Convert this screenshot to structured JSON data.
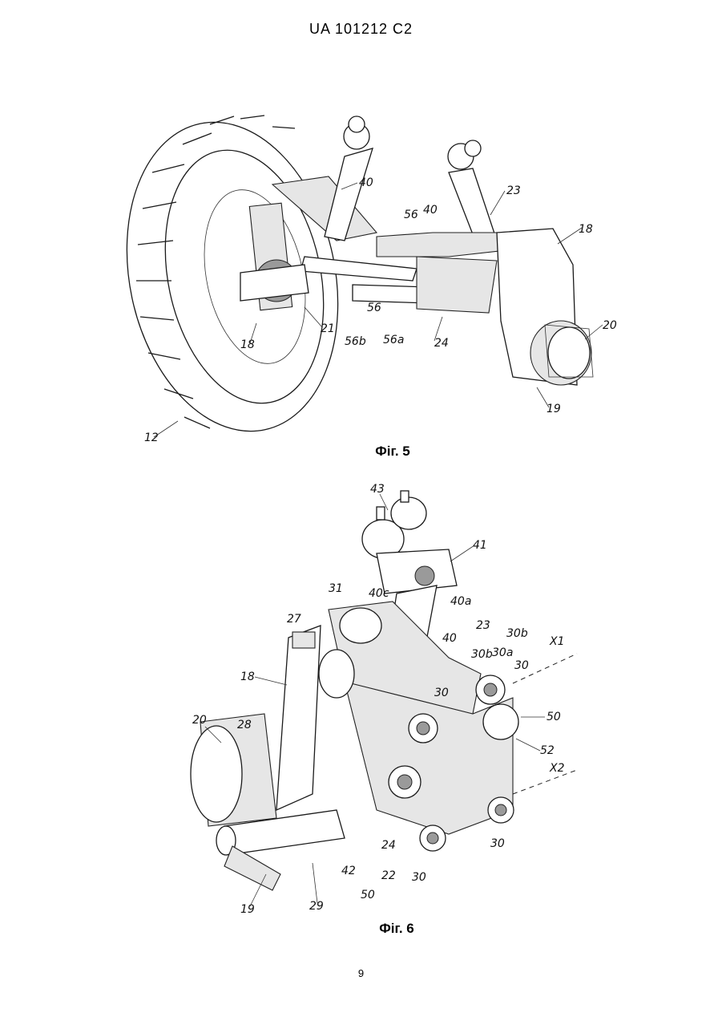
{
  "header": {
    "text": "UA   101212   C2"
  },
  "figures": [
    {
      "caption": "Фіг. 5",
      "labels": [
        "40",
        "40",
        "56",
        "23",
        "18",
        "56",
        "56b",
        "56a",
        "24",
        "20",
        "21",
        "18",
        "19",
        "12"
      ]
    },
    {
      "caption": "Фіг. 6",
      "labels": [
        "43",
        "41",
        "31",
        "40c",
        "40a",
        "27",
        "23",
        "40",
        "30b",
        "X1",
        "30b",
        "30a",
        "30",
        "18",
        "30",
        "50",
        "20",
        "28",
        "52",
        "X2",
        "24",
        "42",
        "22",
        "30",
        "30",
        "19",
        "29",
        "50"
      ]
    }
  ],
  "page_number": "9"
}
